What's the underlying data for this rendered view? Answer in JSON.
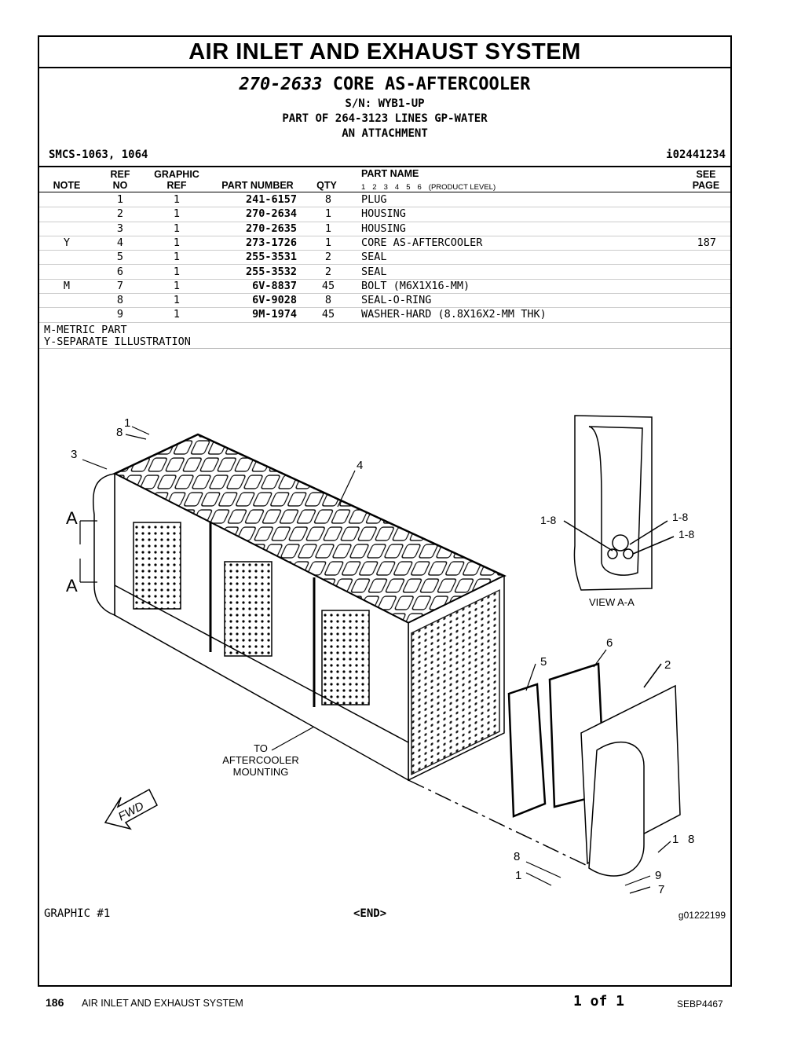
{
  "document": {
    "section_title": "AIR INLET AND EXHAUST SYSTEM",
    "part_number": "270-2633",
    "part_title": "CORE AS-AFTERCOOLER",
    "serial": "S/N: WYB1-UP",
    "part_of": "PART OF 264-3123 LINES GP-WATER",
    "part_of_2": "AN ATTACHMENT",
    "smcs": "SMCS-1063, 1064",
    "info_id": "i02441234"
  },
  "table": {
    "headers": {
      "note": "NOTE",
      "ref_top": "REF",
      "ref_bottom": "NO",
      "graphic_top": "GRAPHIC",
      "graphic_bottom": "REF",
      "part_number": "PART NUMBER",
      "qty": "QTY",
      "part_name": "PART NAME",
      "product_level_label": "(PRODUCT LEVEL)",
      "product_levels": [
        "1",
        "2",
        "3",
        "4",
        "5",
        "6"
      ],
      "see_top": "SEE",
      "see_bottom": "PAGE"
    },
    "rows": [
      {
        "note": "",
        "ref": "1",
        "graphic": "1",
        "part_number": "241-6157",
        "qty": "8",
        "name": "PLUG",
        "page": ""
      },
      {
        "note": "",
        "ref": "2",
        "graphic": "1",
        "part_number": "270-2634",
        "qty": "1",
        "name": "HOUSING",
        "page": ""
      },
      {
        "note": "",
        "ref": "3",
        "graphic": "1",
        "part_number": "270-2635",
        "qty": "1",
        "name": "HOUSING",
        "page": ""
      },
      {
        "note": "Y",
        "ref": "4",
        "graphic": "1",
        "part_number": "273-1726",
        "qty": "1",
        "name": "CORE AS-AFTERCOOLER",
        "page": "187"
      },
      {
        "note": "",
        "ref": "5",
        "graphic": "1",
        "part_number": "255-3531",
        "qty": "2",
        "name": "SEAL",
        "page": ""
      },
      {
        "note": "",
        "ref": "6",
        "graphic": "1",
        "part_number": "255-3532",
        "qty": "2",
        "name": "SEAL",
        "page": ""
      },
      {
        "note": "M",
        "ref": "7",
        "graphic": "1",
        "part_number": "6V-8837",
        "qty": "45",
        "name": "BOLT (M6X1X16-MM)",
        "page": ""
      },
      {
        "note": "",
        "ref": "8",
        "graphic": "1",
        "part_number": "6V-9028",
        "qty": "8",
        "name": "SEAL-O-RING",
        "page": ""
      },
      {
        "note": "",
        "ref": "9",
        "graphic": "1",
        "part_number": "9M-1974",
        "qty": "45",
        "name": "WASHER-HARD (8.8X16X2-MM THK)",
        "page": ""
      }
    ],
    "notes": [
      "M-METRIC PART",
      "Y-SEPARATE ILLUSTRATION"
    ]
  },
  "illustration": {
    "callouts": {
      "c1": "1",
      "c8": "8",
      "c3": "3",
      "c4": "4",
      "c5": "5",
      "c6": "6",
      "c2": "2",
      "c8b": "8",
      "c1b": "1",
      "c1c": "1",
      "c8c": "8",
      "c9": "9",
      "c7": "7",
      "view_l": "1-8",
      "view_r1": "1-8",
      "view_r2": "1-8"
    },
    "section_letter": "A",
    "view_label": "VIEW A-A",
    "mounting_1": "TO",
    "mounting_2": "AFTERCOOLER",
    "mounting_3": "MOUNTING",
    "fwd": "FWD"
  },
  "footer": {
    "graphic": "GRAPHIC #1",
    "end": "<END>",
    "graphic_id": "g01222199"
  },
  "page_footer": {
    "page": "186",
    "section": "AIR INLET AND EXHAUST SYSTEM",
    "of": "1 of 1",
    "book": "SEBP4467"
  }
}
